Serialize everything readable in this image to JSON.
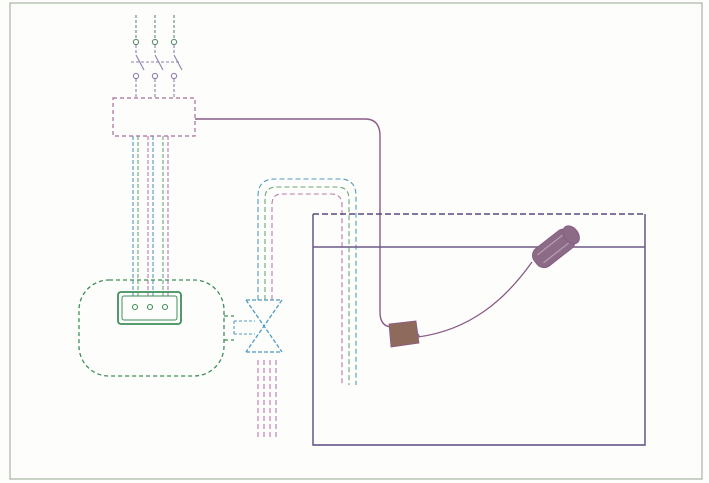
{
  "diagram": {
    "paper_color": "#fdfdfb",
    "frame_color": "#a8b4a4",
    "supply_line_color": "#5f8c77",
    "switch_color": "#8f7fae",
    "control_box_color": "#a86d9b",
    "motor_color": "#3f8f5a",
    "pump_color": "#4f9ac2",
    "pipe_colors": [
      "#4f9ac2",
      "#67a877",
      "#b978b0"
    ],
    "tank_color": "#5b4a7f",
    "water_color": "#6d5a86",
    "sensor_cable_color": "#8a5c86",
    "sensor_body_color": "#8e6a5c",
    "float_switch_color": "#8c6b86"
  },
  "components": [
    {
      "id": "power-supply-terminals",
      "icon": "terminal-icon"
    },
    {
      "id": "circuit-breaker",
      "icon": "switch-icon"
    },
    {
      "id": "control-box",
      "icon": "box-icon"
    },
    {
      "id": "motor",
      "icon": "motor-icon"
    },
    {
      "id": "pump-valve",
      "icon": "valve-icon"
    },
    {
      "id": "water-tank",
      "icon": "tank-icon"
    },
    {
      "id": "level-sensor",
      "icon": "sensor-icon"
    },
    {
      "id": "float-switch",
      "icon": "float-icon"
    }
  ]
}
